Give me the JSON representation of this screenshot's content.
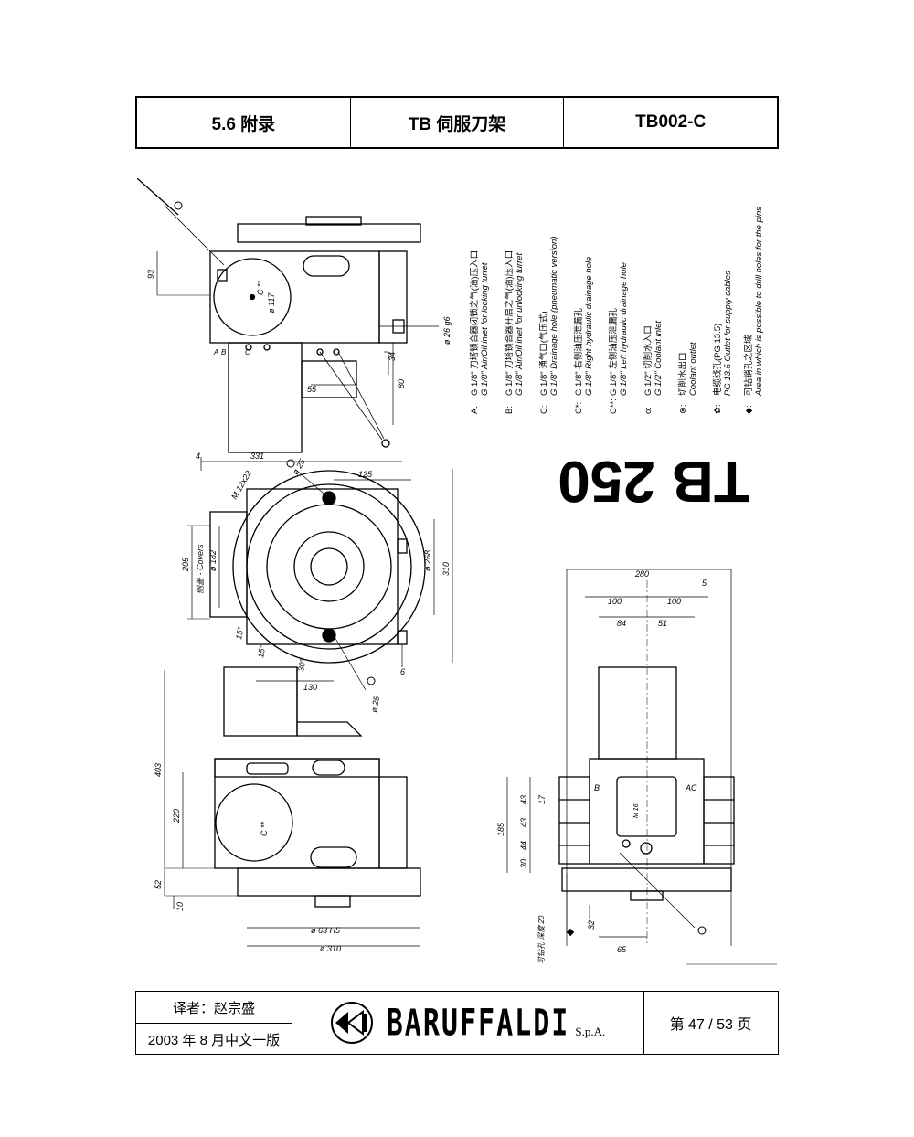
{
  "header": {
    "section": "5.6 附录",
    "title": "TB 伺服刀架",
    "code": "TB002-C"
  },
  "drawing": {
    "model_label": "TB 250",
    "legend": [
      {
        "key": "A:",
        "zh": "G 1/8\" 刀塔锁合器闭锁之气(油)压入口",
        "en": "G 1/8\" Air/Oil inlet for locking turret"
      },
      {
        "key": "B:",
        "zh": "G 1/8\" 刀塔锁合器开启之气(油)压入口",
        "en": "G 1/8\" Air/Oil inlet for unlocking turret"
      },
      {
        "key": "C:",
        "zh": "G 1/8\" 通气口(气压式)",
        "en": "G 1/8\" Drainage hole  (pneumatic version)"
      },
      {
        "key": "C*:",
        "zh": "G 1/8\" 右侧油压泄漏孔",
        "en": "G 1/8\" Right hydraulic drainage hole"
      },
      {
        "key": "C**:",
        "zh": "G 1/8\" 左侧油压泄漏孔",
        "en": "G 1/8\" Left hydraulic drainage hole"
      },
      {
        "key": "o:",
        "zh": "G 1/2\" 切削水入口",
        "en": "G 1/2\" Coolant inlet"
      },
      {
        "key": "⊗:",
        "zh": "切削水出口",
        "en": "Coolant outlet"
      },
      {
        "key": "✿:",
        "zh": "电缆线孔(PG 13.5)",
        "en": "PG 13.5 Outlet for supply cables"
      },
      {
        "key": "◆:",
        "zh": "可钻销孔之区域",
        "en": "Area in which is  possible to drill holes for the pins"
      }
    ],
    "dims_top": {
      "d93": "93",
      "d117": "ø 117",
      "d26": "ø 26 g6",
      "d34": "34",
      "d55": "55",
      "d80": "80",
      "cross": "C **"
    },
    "dims_mid": {
      "d331": "331",
      "d4": "4",
      "d25a": "ø 25",
      "d125": "125",
      "d12": "M 12x22",
      "d205": "205",
      "covers": "侧盖 - Covers",
      "d182": "ø 182",
      "d268": "ø 268",
      "d310": "310",
      "d15a": "15°",
      "d15b": "15°",
      "d30": "30°",
      "d130": "130",
      "d25b": "ø 25",
      "d6": "6"
    },
    "dims_bot": {
      "d403": "403",
      "d220": "220",
      "d52": "52",
      "d10": "10",
      "d63": "ø 63 H5",
      "d310b": "ø 310",
      "cross": "C **"
    },
    "dims_side": {
      "d280": "280",
      "d100a": "100",
      "d100b": "100",
      "d5": "5",
      "d84": "84",
      "d51": "51",
      "d185": "185",
      "d43a": "43",
      "d17": "17",
      "d43b": "43",
      "d44": "44",
      "d30": "30",
      "d32": "32",
      "d20": "可钻孔 深度 20",
      "d65": "65",
      "m16": "M 16",
      "b": "B",
      "a": "A",
      "c": "C"
    },
    "port_labels": {
      "a": "A",
      "b": "B",
      "c": "C"
    }
  },
  "footer": {
    "translator": "译者：赵宗盛",
    "edition": "2003 年 8 月中文一版",
    "brand": "BARUFFALDI",
    "suffix": "S.p.A.",
    "page": "第 47 / 53 页"
  }
}
